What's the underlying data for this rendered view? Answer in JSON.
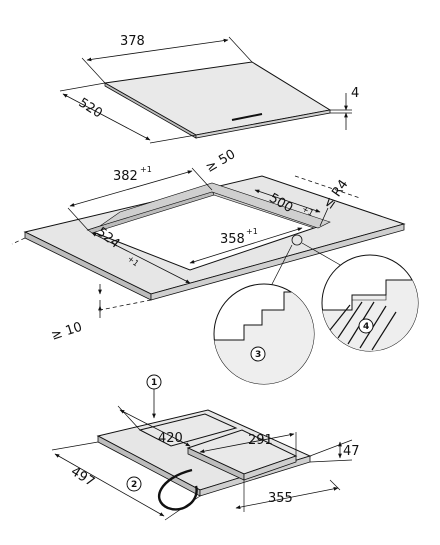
{
  "hob": {
    "width": "378",
    "depth": "520",
    "thickness": "4"
  },
  "cutout": {
    "width": "382",
    "width_tol": "+1",
    "depth": "524",
    "depth_tol": "+1",
    "inner_width": "358",
    "inner_width_tol": "+1",
    "rear_depth": "500",
    "rear_depth_tol": "+1",
    "min_rear": "≥ 50",
    "radius": "≤ R4",
    "min_thickness": "≥ 10"
  },
  "details": {
    "callout_3": "3",
    "callout_4": "4"
  },
  "underside": {
    "callout_1": "1",
    "callout_2": "2",
    "top_width": "420",
    "box_width": "291",
    "height": "47",
    "depth": "497",
    "box_depth": "355"
  },
  "colors": {
    "surface": "#e6e6e6",
    "line": "#111111",
    "shade": "#cfcfcf"
  }
}
